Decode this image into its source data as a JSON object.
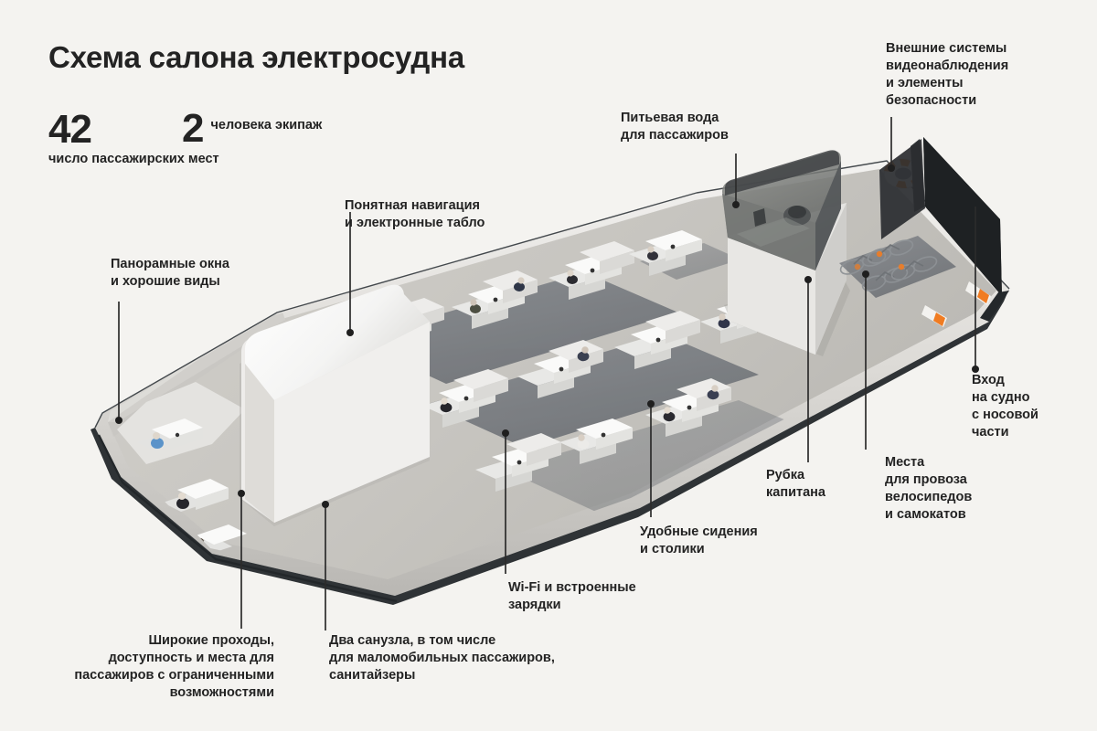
{
  "header": {
    "title": "Схема салона электросудна"
  },
  "stats": [
    {
      "id": "seats",
      "number": "42",
      "caption": "число\nпассажирских\nмест"
    },
    {
      "id": "crew",
      "number": "2",
      "caption": "человека\nэкипаж"
    }
  ],
  "callouts": [
    {
      "id": "video-security",
      "text": "Внешние системы\nвидеонаблюдения\nи элементы\nбезопасности",
      "align": "left"
    },
    {
      "id": "drinking-water",
      "text": "Питьевая вода\nдля пассажиров",
      "align": "left"
    },
    {
      "id": "navigation",
      "text": "Понятная навигация\nи электронные табло",
      "align": "left"
    },
    {
      "id": "panoramic-windows",
      "text": "Панорамные окна\nи хорошие виды",
      "align": "left"
    },
    {
      "id": "bow-entrance",
      "text": "Вход\nна судно\nс носовой\nчасти",
      "align": "left"
    },
    {
      "id": "bike-storage",
      "text": "Места\nдля провоза\nвелосипедов\nи самокатов",
      "align": "left"
    },
    {
      "id": "captain-bridge",
      "text": "Рубка\nкапитана",
      "align": "left"
    },
    {
      "id": "seats-tables",
      "text": "Удобные сидения\nи столики",
      "align": "left"
    },
    {
      "id": "wifi-charging",
      "text": "Wi-Fi и встроенные\nзарядки",
      "align": "left"
    },
    {
      "id": "restrooms",
      "text": "Два санузла, в том числе\nдля маломобильных пассажиров,\nсанитайзеры",
      "align": "left"
    },
    {
      "id": "accessibility",
      "text": "Широкие проходы,\nдоступность и места для\nпассажиров с ограниченными\nвозможностями",
      "align": "right"
    }
  ],
  "colors": {
    "background": "#f4f3f0",
    "text": "#232323",
    "leader_line": "#2b2b2b",
    "deck_floor": "#c9c7c2",
    "hull_dark": "#2f3336",
    "hull_light": "#e9e8e5",
    "carpet": "#6e7278",
    "seat": "#ececeb",
    "table": "#fbfbfa",
    "glass_tint": "#6a6d6b",
    "bow_ramp": "#26292b",
    "accent_orange": "#f07c22",
    "lifering_white": "#f2f2ef"
  },
  "illustration": {
    "passengers": 20,
    "seat_rows": 6,
    "bicycles": 4,
    "life_rings": 1
  }
}
